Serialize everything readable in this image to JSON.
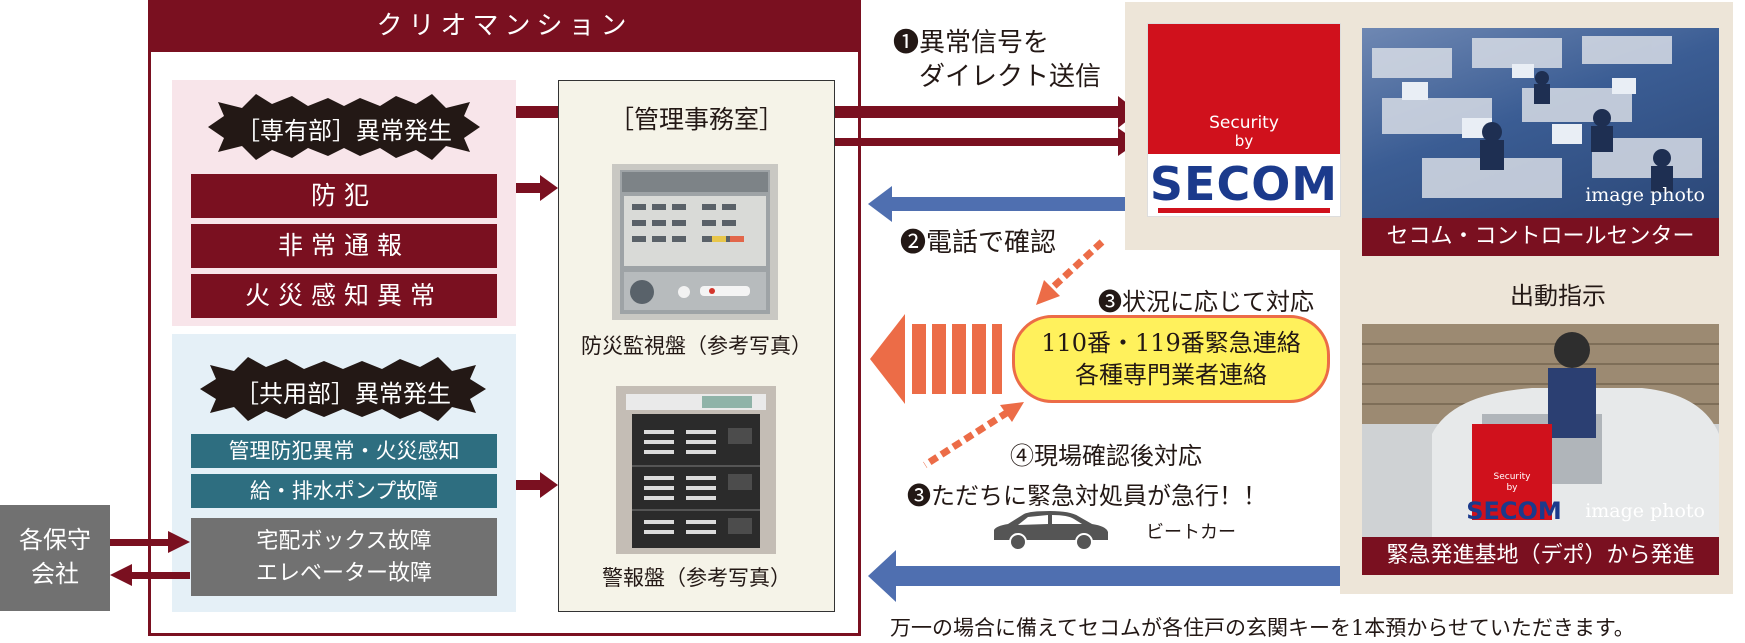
{
  "mansion": {
    "title": "クリオマンション"
  },
  "private_section": {
    "heading": "［専有部］異常発生",
    "items": [
      "防犯",
      "非常通報",
      "火災感知異常"
    ]
  },
  "common_section": {
    "heading": "［共用部］異常発生",
    "items": [
      "管理防犯異常・火災感知",
      "給・排水ポンプ故障"
    ],
    "gray_lines": [
      "宅配ボックス故障",
      "エレベーター故障"
    ]
  },
  "maintenance_company": {
    "lines": [
      "各保守",
      "会社"
    ]
  },
  "office": {
    "title": "［管理事務室］",
    "panel1_caption": "防災監視盤（参考写真）",
    "panel2_caption": "警報盤（参考写真）"
  },
  "steps": {
    "step1_num": "❶",
    "step1_lines": [
      "異常信号を",
      "ダイレクト送信"
    ],
    "step2": "❷電話で確認",
    "step3a": "❸状況に応じて対応",
    "emergency_lines": [
      "110番・119番緊急連絡",
      "各種専門業者連絡"
    ],
    "step4": "④現場確認後対応",
    "step3b": "❸ただちに緊急対処員が急行！！",
    "beat_car": "ビートカー"
  },
  "secom": {
    "logo_line1": "Security",
    "logo_line2": "by",
    "logo_brand": "SECOM",
    "control_center": "セコム・コントロールセンター",
    "dispatch": "出動指示",
    "depot": "緊急発進基地（デポ）から発進",
    "image_photo": "image photo"
  },
  "footer": {
    "note": "万一の場合に備えてセコムが各住戸の玄関キーを1本預からせていただきます。"
  }
}
